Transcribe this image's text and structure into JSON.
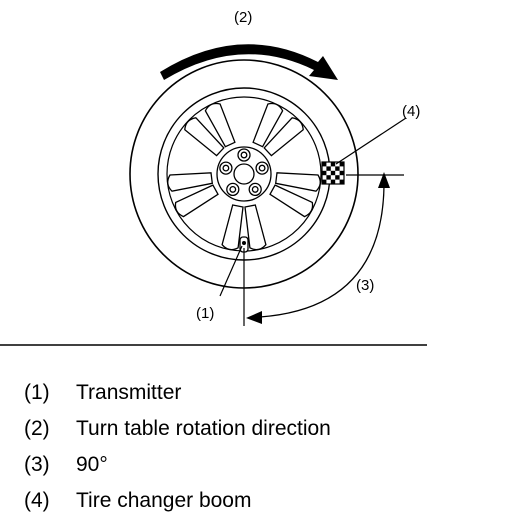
{
  "diagram": {
    "callouts": [
      "(1)",
      "(2)",
      "(3)",
      "(4)"
    ],
    "legend": [
      {
        "num": "(1)",
        "text": "Transmitter"
      },
      {
        "num": "(2)",
        "text": "Turn table rotation direction"
      },
      {
        "num": "(3)",
        "text": "90°"
      },
      {
        "num": "(4)",
        "text": "Tire changer boom"
      }
    ]
  }
}
